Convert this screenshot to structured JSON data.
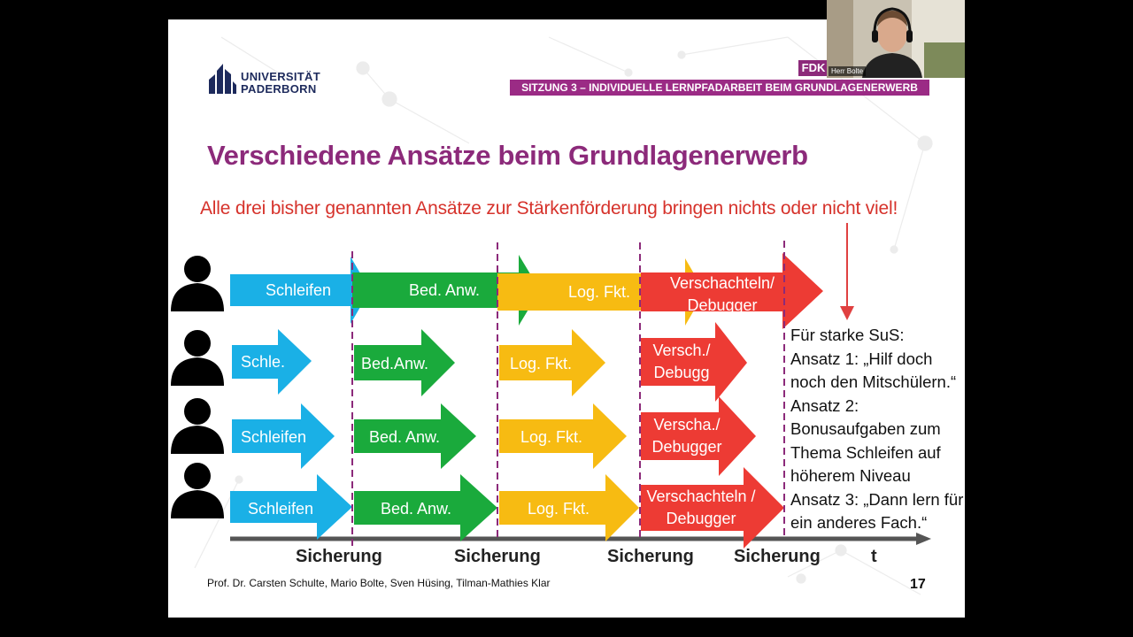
{
  "slide": {
    "university_logo_text_line1": "UNIVERSITÄT",
    "university_logo_text_line2": "PADERBORN",
    "fdk_badge": "FDK",
    "session_banner": "SITZUNG 3 – INDIVIDUELLE LERNPFADARBEIT BEIM GRUNDLAGENERWERB",
    "title": "Verschiedene Ansätze beim Grundlagenerwerb",
    "subtitle": "Alle drei bisher genannten Ansätze zur Stärkenförderung bringen nichts oder nicht viel!",
    "rows": [
      {
        "labels": [
          "Schleifen",
          "Bed. Anw.",
          "Log. Fkt.",
          "Verschachteln/ Debugger"
        ]
      },
      {
        "labels": [
          "Schle.",
          "Bed.Anw.",
          "Log. Fkt.",
          "Versch./ Debugg"
        ]
      },
      {
        "labels": [
          "Schleifen",
          "Bed. Anw.",
          "Log. Fkt.",
          "Verscha./ Debugger"
        ]
      },
      {
        "labels": [
          "Schleifen",
          "Bed. Anw.",
          "Log. Fkt.",
          "Verschachteln / Debugger"
        ]
      }
    ],
    "timeline_labels": [
      "Sicherung",
      "Sicherung",
      "Sicherung",
      "Sicherung"
    ],
    "time_axis_label": "t",
    "side_text": [
      "Für starke SuS:",
      "Ansatz 1: „Hilf doch noch den Mitschülern.“",
      "Ansatz 2: Bonusaufgaben zum Thema Schleifen auf höherem Niveau",
      "Ansatz 3: „Dann lern für ein anderes Fach.“"
    ],
    "footer_authors": "Prof. Dr. Carsten Schulte, Mario Bolte, Sven Hüsing, Tilman-Mathies Klar",
    "page_number": "17",
    "colors": {
      "blue": "#1ab0e6",
      "green": "#1aaa3c",
      "yellow": "#f7bb12",
      "red": "#ed3b34",
      "title_purple": "#8c2a7a",
      "subtitle_red": "#d6322b",
      "dashed_line": "#8c2a7a"
    }
  },
  "webcam": {
    "participant_name": "Herr Bolte"
  }
}
